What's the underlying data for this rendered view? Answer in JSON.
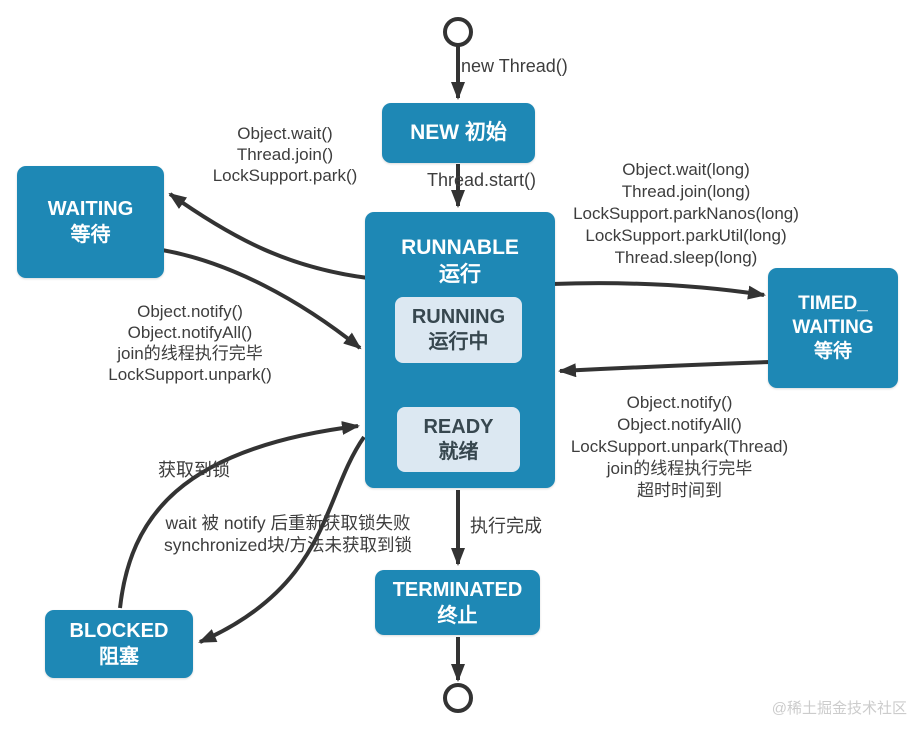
{
  "states": {
    "new": {
      "lines": [
        "NEW 初始"
      ]
    },
    "runnable": {
      "lines": [
        "RUNNABLE",
        "运行"
      ]
    },
    "running": {
      "lines": [
        "RUNNING",
        "运行中"
      ]
    },
    "ready": {
      "lines": [
        "READY",
        "就绪"
      ]
    },
    "waiting": {
      "lines": [
        "WAITING",
        "等待"
      ]
    },
    "timed_waiting": {
      "lines": [
        "TIMED_",
        "WAITING",
        "等待"
      ]
    },
    "blocked": {
      "lines": [
        "BLOCKED",
        "阻塞"
      ]
    },
    "terminated": {
      "lines": [
        "TERMINATED",
        "终止"
      ]
    }
  },
  "transitions": {
    "start_to_new": "new Thread()",
    "new_to_runnable": "Thread.start()",
    "runnable_to_waiting": [
      "Object.wait()",
      "Thread.join()",
      "LockSupport.park()"
    ],
    "waiting_to_runnable": [
      "Object.notify()",
      "Object.notifyAll()",
      "join的线程执行完毕",
      "LockSupport.unpark()"
    ],
    "runnable_to_timed_waiting": [
      "Object.wait(long)",
      "Thread.join(long)",
      "LockSupport.parkNanos(long)",
      "LockSupport.parkUtil(long)",
      "Thread.sleep(long)"
    ],
    "timed_waiting_to_runnable": [
      "Object.notify()",
      "Object.notifyAll()",
      "LockSupport.unpark(Thread)",
      "join的线程执行完毕",
      "超时时间到"
    ],
    "blocked_to_runnable": "获取到锁",
    "runnable_to_blocked": [
      "wait 被 notify 后重新获取锁失败",
      "synchronized块/方法未获取到锁"
    ],
    "runnable_to_terminated": "执行完成"
  },
  "colors": {
    "state_fill": "#1e88b5",
    "state_text": "#ffffff",
    "inner_fill": "#dce8f2",
    "inner_text": "#37474f",
    "arrow": "#333333",
    "yellow_arrow": "#f5f387",
    "label_text": "#3d3d3d",
    "watermark": "#cccccc"
  },
  "watermark": "@稀土掘金技术社区"
}
